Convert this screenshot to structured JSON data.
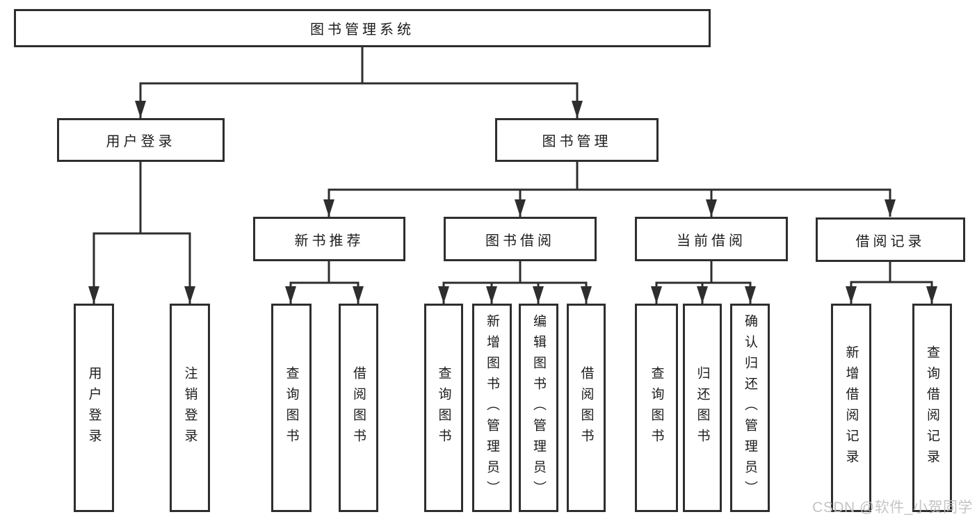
{
  "colors": {
    "line": "#2e2e2e",
    "text": "#1c1c1c",
    "background": "#ffffff",
    "watermark": "#bfbfbf"
  },
  "watermark": {
    "text": "CSDN @软件_小贺同学"
  },
  "tree": {
    "label": "图书管理系统",
    "children": [
      {
        "label": "用户登录",
        "children": [
          {
            "label": "用户登录"
          },
          {
            "label": "注销登录"
          }
        ]
      },
      {
        "label": "图书管理",
        "children": [
          {
            "label": "新书推荐",
            "children": [
              {
                "label": "查询图书"
              },
              {
                "label": "借阅图书"
              }
            ]
          },
          {
            "label": "图书借阅",
            "children": [
              {
                "label": "查询图书"
              },
              {
                "label": "新增图书（管理员）"
              },
              {
                "label": "编辑图书（管理员）"
              },
              {
                "label": "借阅图书"
              }
            ]
          },
          {
            "label": "当前借阅",
            "children": [
              {
                "label": "查询图书"
              },
              {
                "label": "归还图书"
              },
              {
                "label": "确认归还（管理员）"
              }
            ]
          },
          {
            "label": "借阅记录",
            "children": [
              {
                "label": "新增借阅记录"
              },
              {
                "label": "查询借阅记录"
              }
            ]
          }
        ]
      }
    ]
  }
}
